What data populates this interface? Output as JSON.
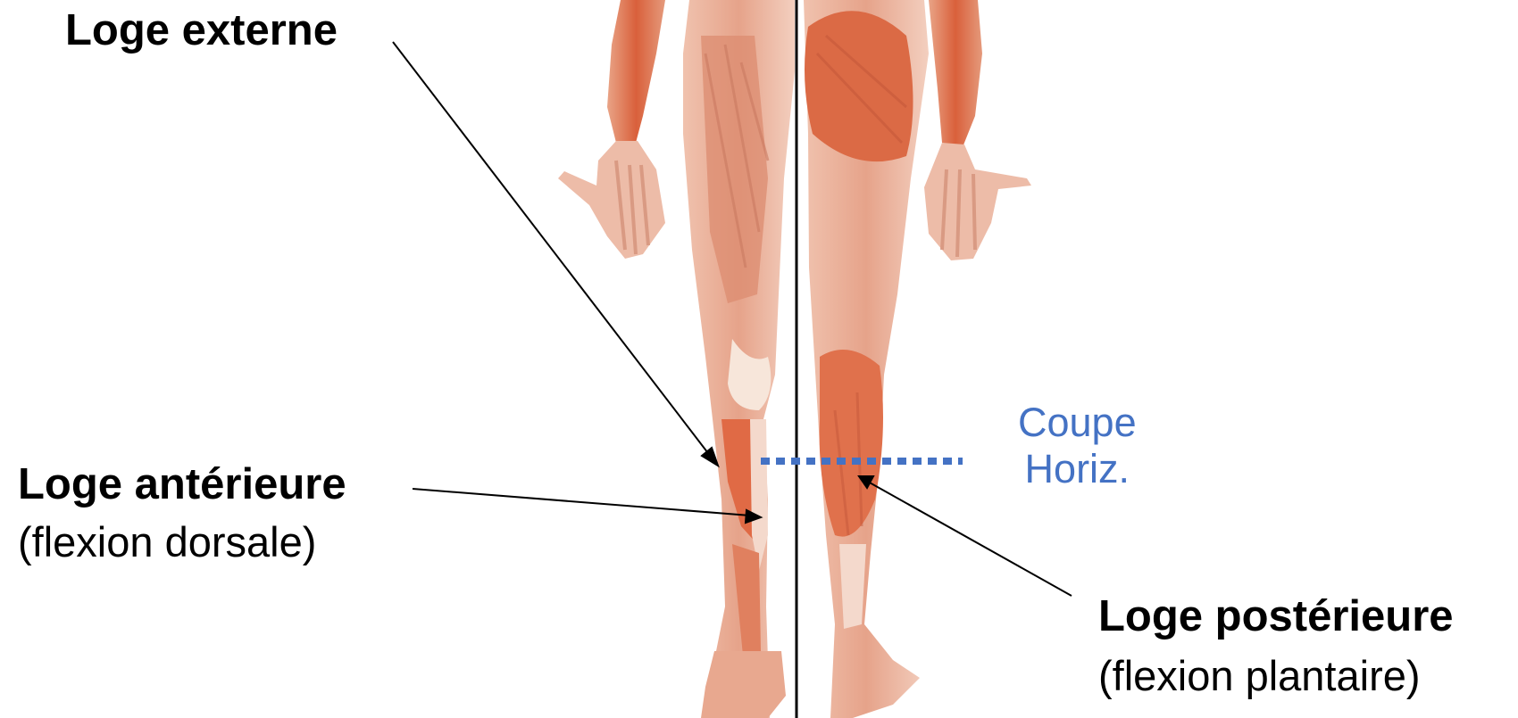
{
  "labels": {
    "loge_externe": "Loge externe",
    "loge_anterieure": "Loge antérieure",
    "loge_anterieure_function": "(flexion dorsale)",
    "loge_posterieure": "Loge postérieure",
    "loge_posterieure_function": "(flexion plantaire)",
    "coupe_line1": "Coupe",
    "coupe_line2": "Horiz."
  },
  "colors": {
    "muscle": "#D9603B",
    "muscle_light": "#E9A487",
    "tendon": "#F4D9CC",
    "section_line": "#4472C4",
    "text": "#000000"
  }
}
